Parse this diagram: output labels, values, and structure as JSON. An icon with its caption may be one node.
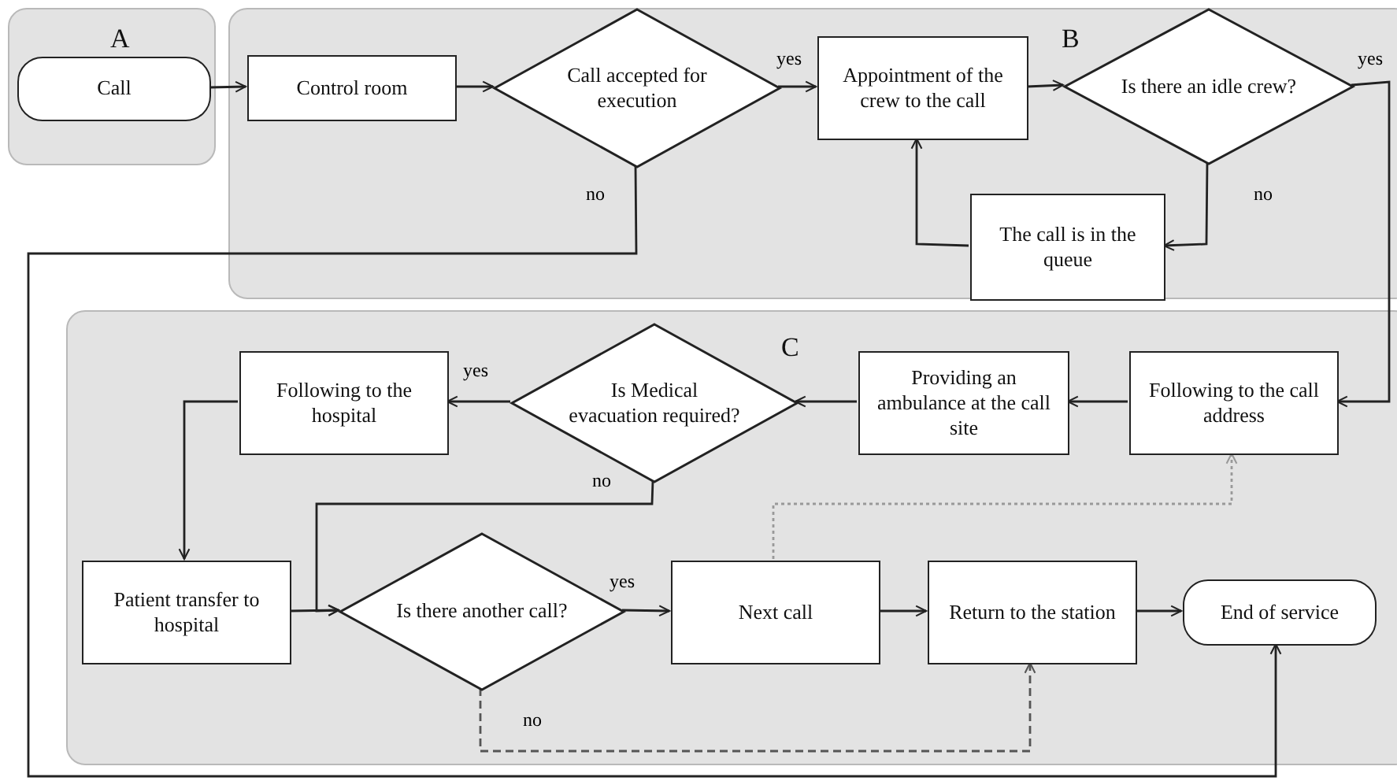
{
  "diagram": {
    "nodes": [
      {
        "text": [
          "A"
        ]
      },
      {
        "text": [
          "Call"
        ],
        "in": 0
      },
      {
        "text": [
          "B"
        ]
      },
      {
        "text": [
          "Control room"
        ],
        "in": 2
      },
      {
        "text": [
          "Call accepted for execution"
        ],
        "in": 2
      },
      {
        "text": [
          "Appointment of the crew to the call"
        ],
        "in": 2
      },
      {
        "text": [
          "Is there an idle crew?"
        ],
        "in": 2
      },
      {
        "text": [
          "The call is in the queue"
        ],
        "in": 2
      },
      {
        "text": [
          "C"
        ]
      },
      {
        "text": [
          "Following  to the hospital"
        ],
        "in": 8
      },
      {
        "text": [
          "Is Medical evacuation required?"
        ],
        "in": 8
      },
      {
        "text": [
          "Providing an ambulance at the call site"
        ],
        "in": 8
      },
      {
        "text": [
          "Following to the call address"
        ],
        "in": 8
      },
      {
        "text": [
          "Patient transfer to hospital"
        ],
        "in": 8
      },
      {
        "text": [
          "Is there another call?"
        ],
        "in": 8
      },
      {
        "text": [
          "Next call"
        ],
        "in": 8
      },
      {
        "text": [
          "Return to the station"
        ],
        "in": 8
      },
      {
        "text": [
          "End of service"
        ],
        "in": 8
      }
    ],
    "edges": [
      {
        "from": 1,
        "to": 3,
        "arrow": "to"
      },
      {
        "from": 3,
        "to": 4,
        "arrow": "to"
      },
      {
        "from": 4,
        "to": 5,
        "arrow": "to",
        "label": "yes"
      },
      {
        "from": 4,
        "to": 17,
        "arrow": "to",
        "label": "no"
      },
      {
        "from": 5,
        "to": 6,
        "arrow": "to"
      },
      {
        "from": 6,
        "to": 12,
        "arrow": "to",
        "label": "yes"
      },
      {
        "from": 6,
        "to": 7,
        "arrow": "to",
        "label": "no"
      },
      {
        "from": 7,
        "to": 5,
        "arrow": "to"
      },
      {
        "from": 12,
        "to": 11,
        "arrow": "to"
      },
      {
        "from": 11,
        "to": 10,
        "arrow": "to"
      },
      {
        "from": 10,
        "to": 9,
        "arrow": "to",
        "label": "yes"
      },
      {
        "from": 10,
        "to": 14,
        "arrow": "to",
        "label": "no"
      },
      {
        "from": 9,
        "to": 13,
        "arrow": "to"
      },
      {
        "from": 13,
        "to": 14,
        "arrow": "to"
      },
      {
        "from": 14,
        "to": 15,
        "arrow": "to",
        "label": "yes"
      },
      {
        "from": 14,
        "to": 16,
        "arrow": "to",
        "label": "no",
        "style": "dashed",
        "color": "#555555"
      },
      {
        "from": 15,
        "to": 12,
        "arrow": "to",
        "style": "dashed",
        "color": "#999999"
      },
      {
        "from": 15,
        "to": 16,
        "arrow": "to"
      },
      {
        "from": 16,
        "to": 17,
        "arrow": "to"
      }
    ]
  }
}
